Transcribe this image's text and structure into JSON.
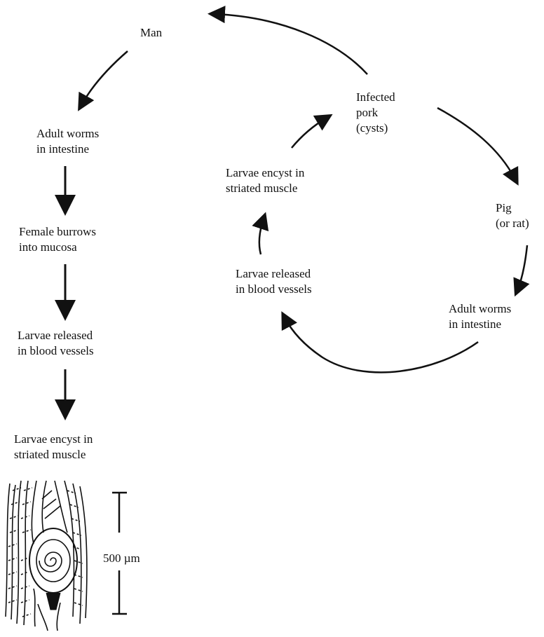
{
  "labels": {
    "man": "Man",
    "left_adult": "Adult worms\nin intestine",
    "left_female": "Female burrows\ninto mucosa",
    "left_larvae_released": "Larvae released\nin blood vessels",
    "left_larvae_encyst": "Larvae encyst in\nstriated muscle",
    "infected_pork": "Infected\npork\n(cysts)",
    "pig": "Pig\n(or rat)",
    "right_adult": "Adult worms\nin intestine",
    "right_larvae_released": "Larvae released\nin blood vessels",
    "right_larvae_encyst": "Larvae encyst in\nstriated muscle",
    "scale": "500 µm"
  },
  "colors": {
    "ink": "#111111",
    "paper": "#ffffff"
  }
}
